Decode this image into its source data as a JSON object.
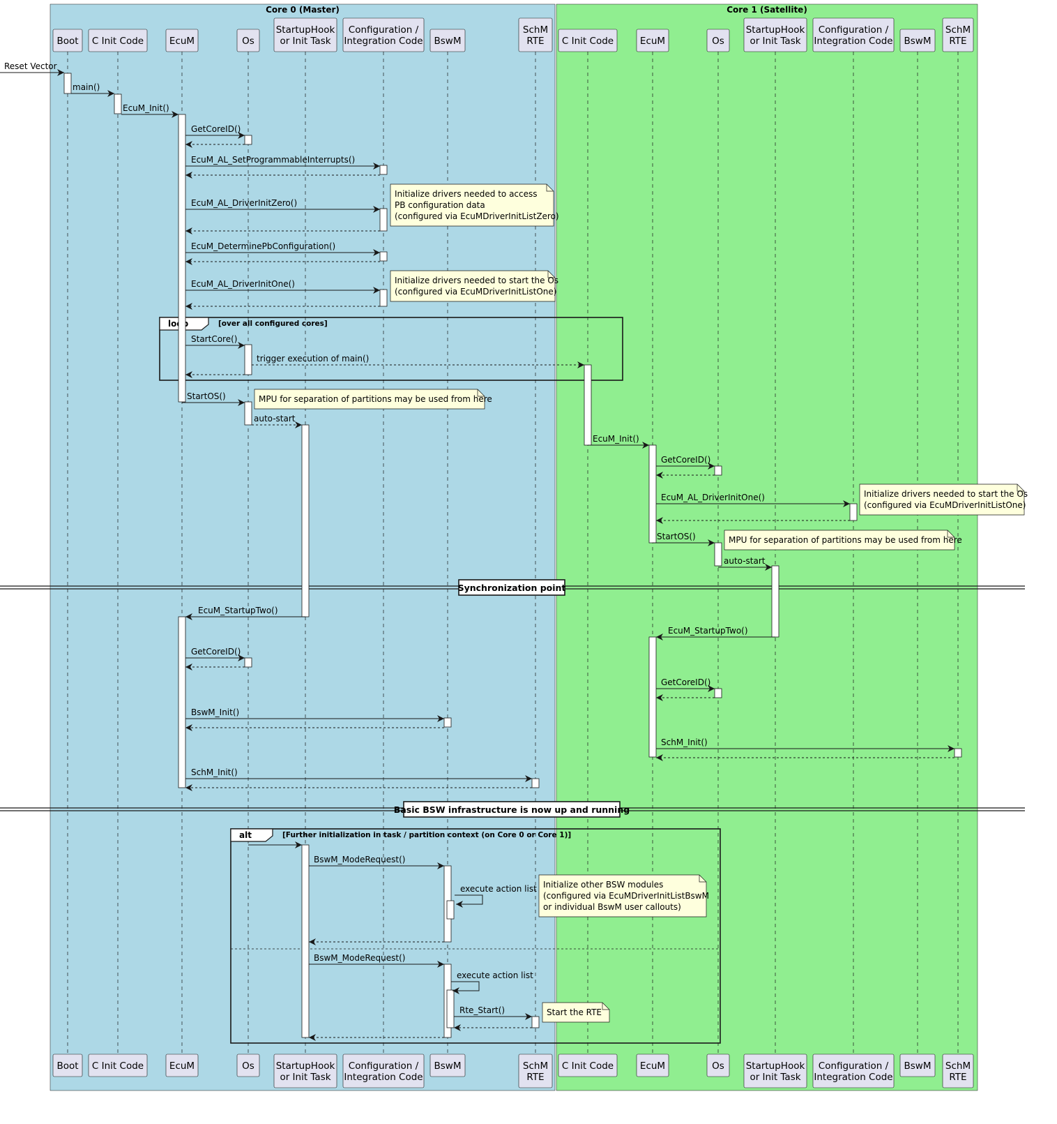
{
  "boxes": {
    "core0": "Core 0 (Master)",
    "core1": "Core 1 (Satellite)"
  },
  "participants": {
    "boot": [
      "Boot"
    ],
    "cinit0": [
      "C Init Code"
    ],
    "ecum0": [
      "EcuM"
    ],
    "os0": [
      "Os"
    ],
    "hook0": [
      "StartupHook",
      "or Init Task"
    ],
    "cfg0": [
      "Configuration /",
      "Integration Code"
    ],
    "bswm0": [
      "BswM"
    ],
    "schm0": [
      "SchM",
      "RTE"
    ],
    "cinit1": [
      "C Init Code"
    ],
    "ecum1": [
      "EcuM"
    ],
    "os1": [
      "Os"
    ],
    "hook1": [
      "StartupHook",
      "or Init Task"
    ],
    "cfg1": [
      "Configuration /",
      "Integration Code"
    ],
    "bswm1": [
      "BswM"
    ],
    "schm1": [
      "SchM",
      "RTE"
    ]
  },
  "messages": {
    "reset": "Reset Vector",
    "main": "main()",
    "ecum_init0": "EcuM_Init()",
    "getcore0a": "GetCoreID()",
    "setints": "EcuM_AL_SetProgrammableInterrupts()",
    "drvzero": "EcuM_AL_DriverInitZero()",
    "detpb": "EcuM_DeterminePbConfiguration()",
    "drvone0": "EcuM_AL_DriverInitOne()",
    "startcore": "StartCore()",
    "trigger": "trigger execution of main()",
    "startos0": "StartOS()",
    "autostart0": "auto-start",
    "ecum_init1": "EcuM_Init()",
    "getcore1a": "GetCoreID()",
    "drvone1": "EcuM_AL_DriverInitOne()",
    "startos1": "StartOS()",
    "autostart1": "auto-start",
    "startuptwo0": "EcuM_StartupTwo()",
    "startuptwo1": "EcuM_StartupTwo()",
    "getcore0b": "GetCoreID()",
    "getcore1b": "GetCoreID()",
    "bswminit": "BswM_Init()",
    "schminit1": "SchM_Init()",
    "schminit0": "SchM_Init()",
    "moderequest1": "BswM_ModeRequest()",
    "actionlist1": "execute action list",
    "moderequest2": "BswM_ModeRequest()",
    "actionlist2": "execute action list",
    "rtestart": "Rte_Start()"
  },
  "notes": {
    "drvzero": [
      "Initialize drivers needed to access",
      "PB configuration data",
      "(configured via EcuMDriverInitListZero)"
    ],
    "drvone0": [
      "Initialize drivers needed to start the Os",
      "(configured via EcuMDriverInitListOne)"
    ],
    "mpu0": [
      "MPU for separation of partitions may be used from here"
    ],
    "drvone1": [
      "Initialize drivers needed to start the Os",
      "(configured via EcuMDriverInitListOne)"
    ],
    "mpu1": [
      "MPU for separation of partitions may be used from here"
    ],
    "bswother": [
      "Initialize other BSW modules",
      "(configured via EcuMDriverInitListBswM",
      "or individual BswM user callouts)"
    ],
    "rte": [
      "Start the RTE"
    ]
  },
  "fragments": {
    "loop_keyword": "loop",
    "loop_condition": "[over all configured cores]",
    "alt_keyword": "alt",
    "alt_condition": "[Further initialization in task / partition context (on Core 0 or Core 1)]"
  },
  "dividers": {
    "sync": "Synchronization point",
    "bsw": "Basic BSW infrastructure is now up and running"
  },
  "colors": {
    "core0_bg": "#ADD8E6",
    "core1_bg": "#90EE90",
    "participant_fill": "#E2E2F0",
    "note_fill": "#FEFFDD",
    "line": "#181818"
  }
}
